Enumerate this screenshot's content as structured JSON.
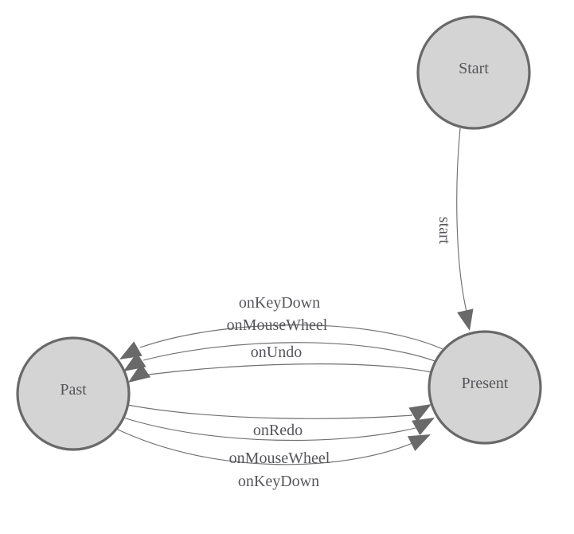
{
  "diagram": {
    "type": "state-machine",
    "nodes": [
      {
        "id": "start",
        "label": "Start"
      },
      {
        "id": "present",
        "label": "Present"
      },
      {
        "id": "past",
        "label": "Past"
      }
    ],
    "edges": [
      {
        "from": "Start",
        "to": "Present",
        "label": "start"
      },
      {
        "from": "Present",
        "to": "Past",
        "label": "onKeyDown"
      },
      {
        "from": "Present",
        "to": "Past",
        "label": "onMouseWheel"
      },
      {
        "from": "Present",
        "to": "Past",
        "label": "onUndo"
      },
      {
        "from": "Past",
        "to": "Present",
        "label": "onRedo"
      },
      {
        "from": "Past",
        "to": "Present",
        "label": "onMouseWheel"
      },
      {
        "from": "Past",
        "to": "Present",
        "label": "onKeyDown"
      }
    ],
    "colors": {
      "background": "#ffffff",
      "node_fill": "#d4d4d4",
      "node_stroke": "#696969",
      "edge": "#707070",
      "arrow": "#696969",
      "text": "#55565a"
    }
  }
}
